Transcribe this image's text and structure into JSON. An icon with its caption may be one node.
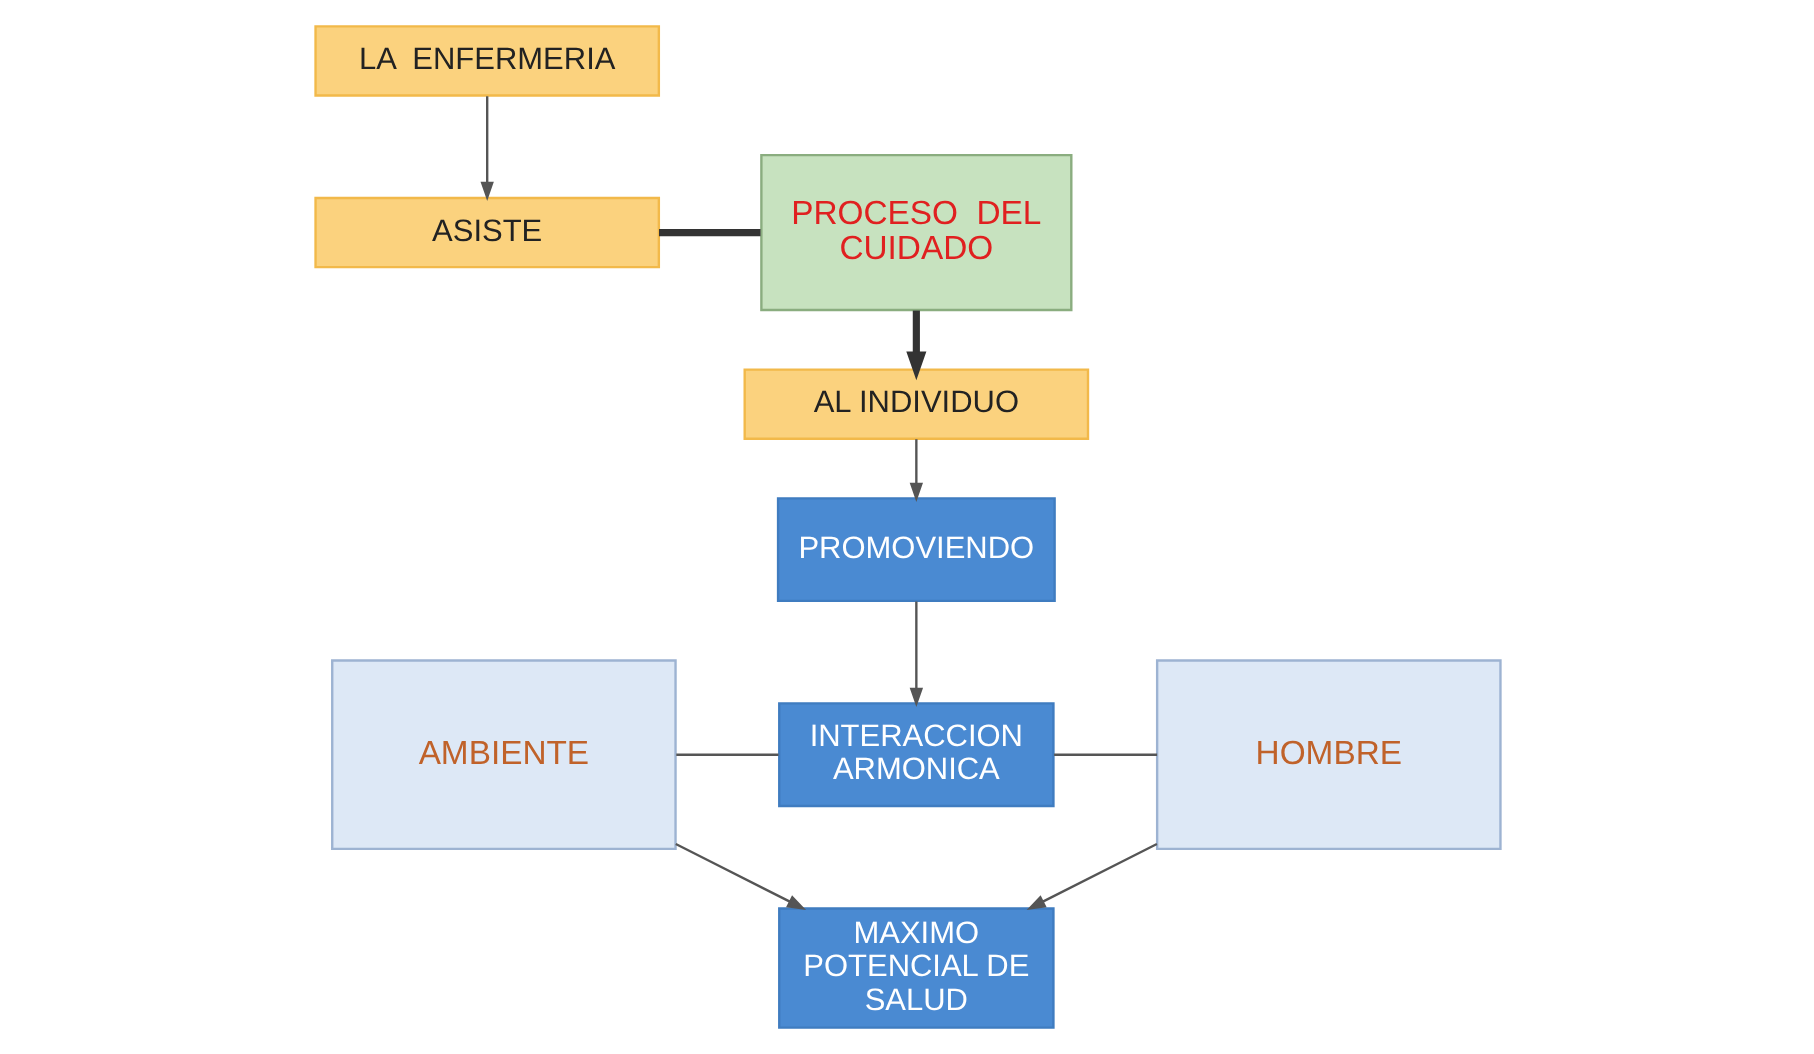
{
  "diagram": {
    "nodes": [
      {
        "text": [
          "LA  ENFERMERIA"
        ]
      },
      {
        "text": [
          "ASISTE"
        ]
      },
      {
        "text": [
          "PROCESO  DEL CUIDADO"
        ]
      },
      {
        "text": [
          "AL INDIVIDUO"
        ]
      },
      {
        "text": [
          "PROMOVIENDO"
        ]
      },
      {
        "text": [
          "AMBIENTE"
        ]
      },
      {
        "text": [
          "INTERACCION ARMONICA"
        ]
      },
      {
        "text": [
          "HOMBRE"
        ]
      },
      {
        "text": [
          "MAXIMO POTENCIAL DE SALUD"
        ]
      }
    ],
    "edges": [
      {
        "from": 0,
        "to": 1,
        "arrow": "to"
      },
      {
        "from": 1,
        "to": 2,
        "arrow": "none",
        "style": "thick"
      },
      {
        "from": 2,
        "to": 3,
        "arrow": "to",
        "style": "thick"
      },
      {
        "from": 3,
        "to": 4,
        "arrow": "to"
      },
      {
        "from": 4,
        "to": 6,
        "arrow": "to"
      },
      {
        "from": 5,
        "to": 6,
        "arrow": "none"
      },
      {
        "from": 6,
        "to": 7,
        "arrow": "none"
      },
      {
        "from": 5,
        "to": 8,
        "arrow": "to"
      },
      {
        "from": 7,
        "to": 8,
        "arrow": "to"
      }
    ]
  }
}
